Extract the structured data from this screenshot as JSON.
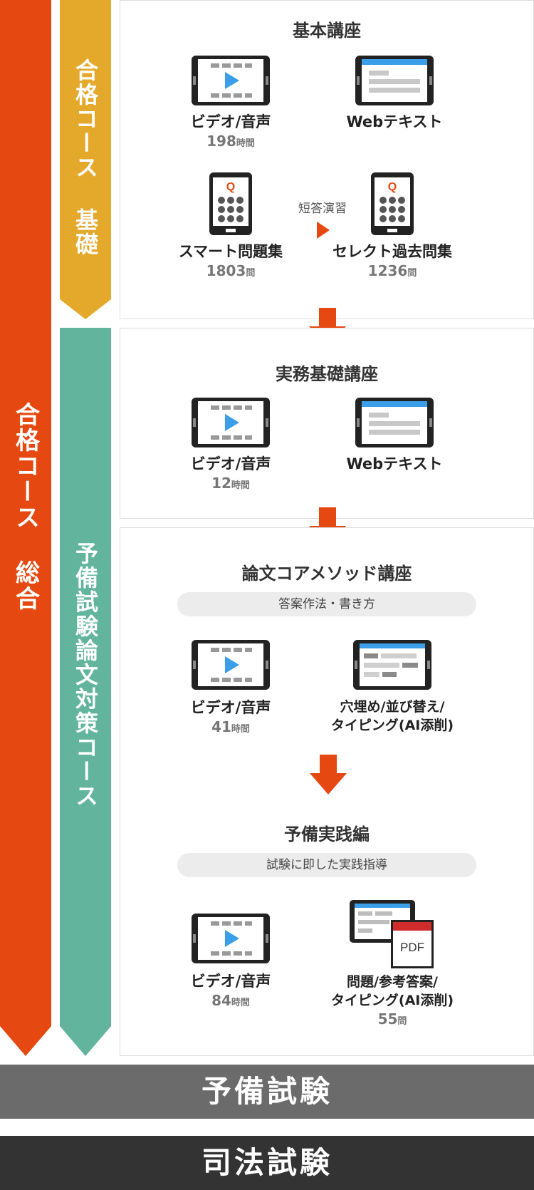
{
  "banners": {
    "total": "合格コース 総合",
    "kiso": "合格コース 基礎",
    "yobi": "予備試験論文対策コース"
  },
  "sections": {
    "kihon": {
      "title": "基本講座",
      "video_label": "ビデオ/音声",
      "video_hours": "198",
      "web_label": "Webテキスト",
      "smart_label": "スマート問題集",
      "smart_count": "1803",
      "drill_label": "短答演習",
      "select_label": "セレクト過去問集",
      "select_count": "1236"
    },
    "jitsumu": {
      "title": "実務基礎講座",
      "video_label": "ビデオ/音声",
      "video_hours": "12",
      "web_label": "Webテキスト"
    },
    "ronbun": {
      "title": "論文コアメソッド講座",
      "pill": "答案作法・書き方",
      "video_label": "ビデオ/音声",
      "video_hours": "41",
      "exercise_line1": "穴埋め/並び替え/",
      "exercise_line2": "タイピング(AI添削)"
    },
    "yobi_jissen": {
      "title": "予備実践編",
      "pill": "試験に即した実践指導",
      "video_label": "ビデオ/音声",
      "video_hours": "84",
      "problem_line1": "問題/参考答案/",
      "problem_line2": "タイピング(AI添削)",
      "problem_count": "55",
      "pdf_label": "PDF"
    }
  },
  "units": {
    "hours": "時間",
    "questions": "問"
  },
  "icons": {
    "q_letter": "Q",
    "types": [
      "video-tablet-icon",
      "web-text-tablet-icon",
      "smartphone-quiz-icon",
      "exercise-tablet-icon",
      "pdf-document-icon",
      "down-arrow-icon",
      "right-triangle-icon"
    ]
  },
  "exams": {
    "yobi": "予備試験",
    "shiho": "司法試験"
  },
  "colors": {
    "orange": "#e54810",
    "yellow": "#e4a82b",
    "green": "#62b49c",
    "blue": "#3a9ee8",
    "gray_bar": "#6b6b6b",
    "dark_bar": "#333333"
  }
}
